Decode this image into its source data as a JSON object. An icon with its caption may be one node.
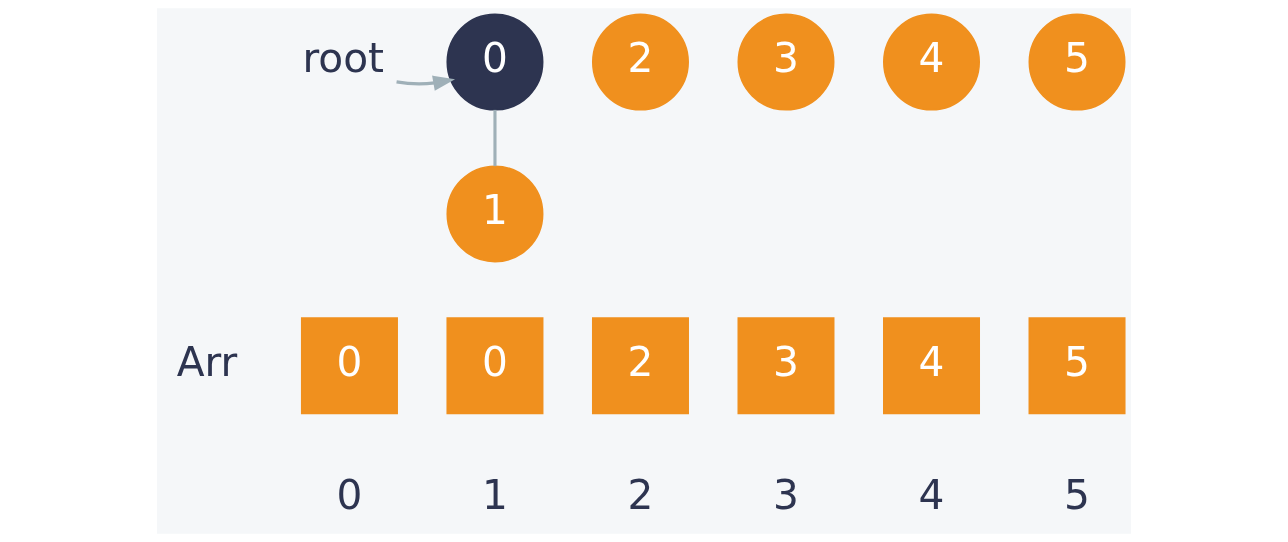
{
  "diagram": {
    "nodes": [
      {
        "text": [
          "root"
        ]
      },
      {
        "text": [
          "0"
        ]
      },
      {
        "text": [
          "1"
        ]
      },
      {
        "text": [
          "2"
        ]
      },
      {
        "text": [
          "3"
        ]
      },
      {
        "text": [
          "4"
        ]
      },
      {
        "text": [
          "5"
        ]
      },
      {
        "text": [
          "0"
        ]
      },
      {
        "text": [
          "0"
        ]
      },
      {
        "text": [
          "2"
        ]
      },
      {
        "text": [
          "3"
        ]
      },
      {
        "text": [
          "4"
        ]
      },
      {
        "text": [
          "5"
        ]
      }
    ],
    "edges": [
      {
        "from": 0,
        "to": 1,
        "arrow": "to"
      },
      {
        "from": 1,
        "to": 2,
        "arrow": "none"
      }
    ],
    "labels": [
      "Arr",
      "0",
      "1",
      "2",
      "3",
      "4",
      "5"
    ]
  }
}
